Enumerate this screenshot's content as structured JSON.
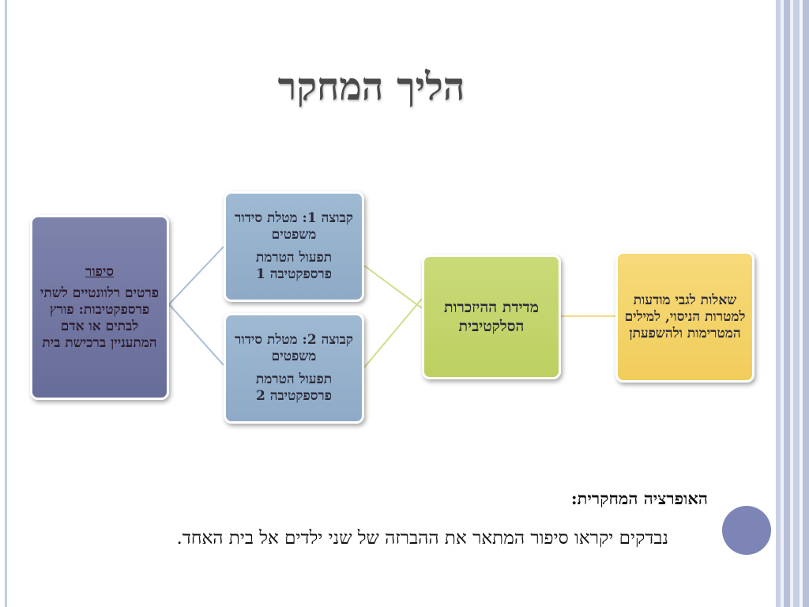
{
  "slide": {
    "title": "הליך המחקר"
  },
  "diagram": {
    "story": {
      "heading": "סיפור",
      "body": "פרטים רלוונטיים לשתי פרספקטיבות: פורץ לבתים או אדם המתעניין ברכישת בית"
    },
    "group1": {
      "line1": "קבוצה 1: מטלת סידור משפטים",
      "line2": "תפעול הטרמת פרספקטיבה 1"
    },
    "group2": {
      "line1": "קבוצה 2: מטלת סידור משפטים",
      "line2": "תפעול הטרמת פרספקטיבה 2"
    },
    "measure": {
      "label": "מדידת ההיזכרות הסלקטיבית"
    },
    "questions": {
      "label": "שאלות לגבי מודעות למטרות הניסוי, למילים המטרימות ולהשפעתן"
    },
    "colors": {
      "story": "#6f75a0",
      "groups": "#98b3cd",
      "measure": "#c3d56b",
      "questions": "#f3d36a",
      "connector_blue": "#a9bfd6",
      "connector_green": "#d2dc8a",
      "connector_yellow": "#f3dc8a"
    }
  },
  "operation": {
    "heading": "האופרציה המחקרית:",
    "text": "נבדקים יקראו סיפור המתאר את ההברזה של שני ילדים אל בית האחד."
  }
}
